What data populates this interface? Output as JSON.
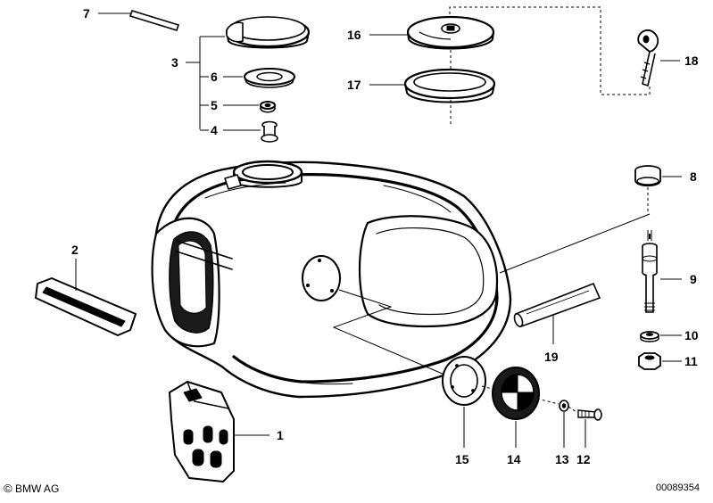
{
  "callouts": [
    "1",
    "2",
    "3",
    "4",
    "5",
    "6",
    "7",
    "8",
    "9",
    "10",
    "11",
    "12",
    "13",
    "14",
    "15",
    "16",
    "17",
    "18",
    "19"
  ],
  "footer": {
    "copyright_symbol": "©",
    "brand": "BMW AG",
    "diagram_number": "00089354"
  }
}
